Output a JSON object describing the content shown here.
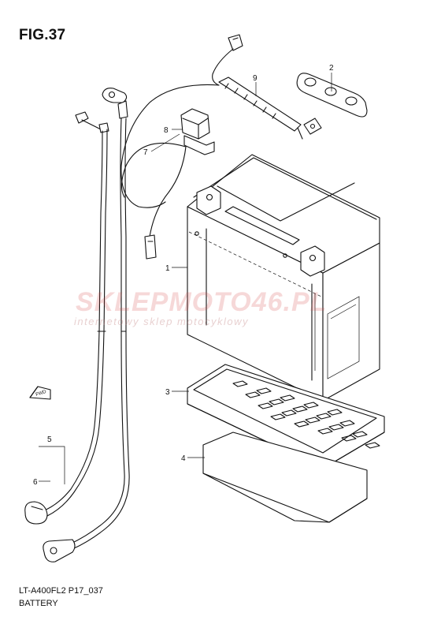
{
  "figure_title": "FIG.37",
  "footer": {
    "code": "LT-A400FL2 P17_037",
    "name": "BATTERY"
  },
  "watermark": {
    "brand": "SKLEPMOTO46.PL",
    "tagline": "internetowy sklep motocyklowy"
  },
  "arrow_badge": "FWD",
  "callouts": [
    {
      "id": "1",
      "label": "1"
    },
    {
      "id": "2",
      "label": "2"
    },
    {
      "id": "3",
      "label": "3"
    },
    {
      "id": "4",
      "label": "4"
    },
    {
      "id": "5",
      "label": "5"
    },
    {
      "id": "6",
      "label": "6"
    },
    {
      "id": "7",
      "label": "7"
    },
    {
      "id": "8",
      "label": "8"
    },
    {
      "id": "9",
      "label": "9"
    }
  ]
}
